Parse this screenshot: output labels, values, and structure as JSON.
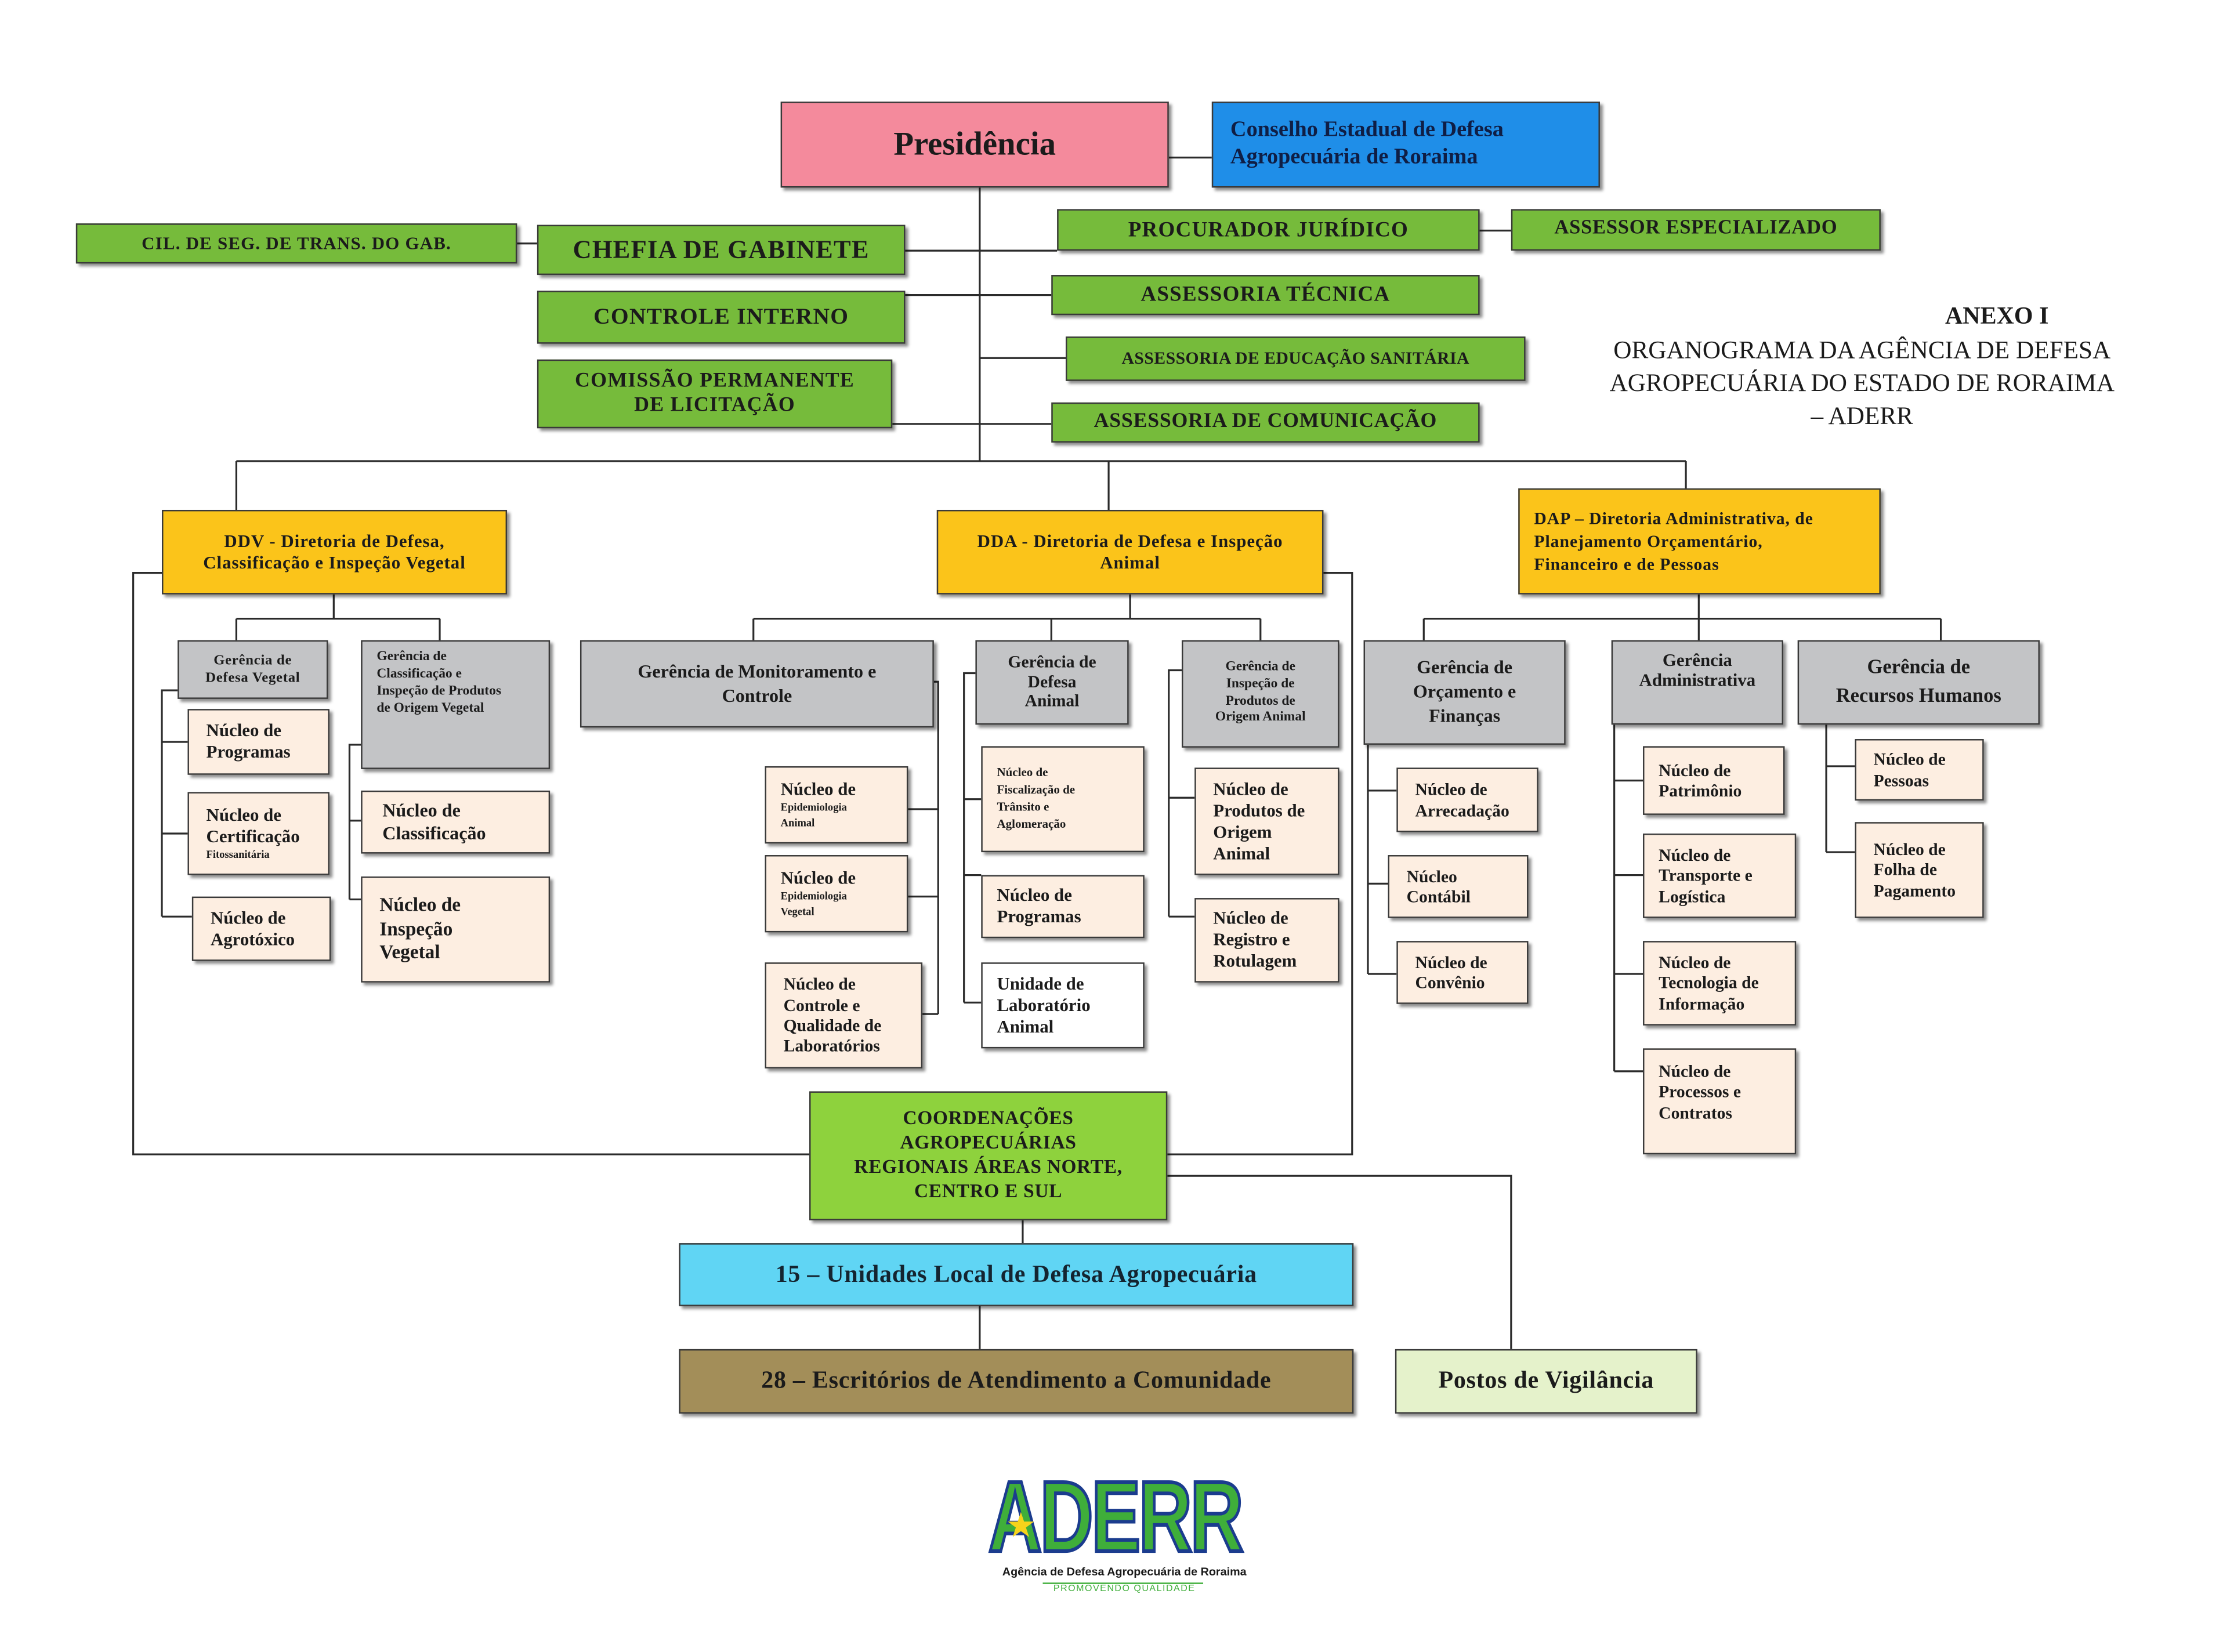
{
  "top": {
    "presidencia": "Presidência",
    "conselho": "Conselho Estadual de Defesa\nAgropecuária de Roraima",
    "cil": "CIL. DE SEG. DE TRANS. DO GAB.",
    "chefia_gabinete": "CHEFIA DE GABINETE",
    "controle_interno": "CONTROLE INTERNO",
    "comissao_licitacao": "COMISSÃO PERMANENTE\nDE LICITAÇÃO",
    "procurador_juridico": "PROCURADOR JURÍDICO",
    "assessor_especializado": "ASSESSOR ESPECIALIZADO",
    "assessoria_tecnica": "ASSESSORIA TÉCNICA",
    "assessoria_educacao": "ASSESSORIA DE EDUCAÇÃO SANITÁRIA",
    "assessoria_comunicacao": "ASSESSORIA DE COMUNICAÇÃO"
  },
  "annex": {
    "label": "ANEXO I",
    "title": "ORGANOGRAMA DA AGÊNCIA DE DEFESA\nAGROPECUÁRIA DO ESTADO DE RORAIMA\n– ADERR"
  },
  "ddv": {
    "title": "DDV - Diretoria de Defesa,\nClassificação e Inspeção Vegetal",
    "gerencia_defesa_vegetal": "Gerência de\nDefesa Vegetal",
    "gerencia_classificacao": "Gerência de\nClassificação e\nInspeção de Produtos\nde Origem Vegetal",
    "nucleo_programas": "Núcleo de\nProgramas",
    "nucleo_certificacao": {
      "title": "Núcleo de\nCertificação",
      "subtitle": "Fitossanitária"
    },
    "nucleo_agrotoxico": "Núcleo de\nAgrotóxico",
    "nucleo_classificacao": "Núcleo de\nClassificação",
    "nucleo_inspecao_vegetal": "Núcleo de\nInspeção\nVegetal"
  },
  "dda": {
    "title": "DDA - Diretoria de Defesa e Inspeção\nAnimal",
    "gerencia_monitoramento": "Gerência de Monitoramento e\nControle",
    "gerencia_defesa_animal": "Gerência de\nDefesa\nAnimal",
    "gerencia_inspecao_produtos": "Gerência de\nInspeção de\nProdutos de\nOrigem Animal",
    "nucleo_epidemiologia_animal": {
      "title": "Núcleo de",
      "subtitle": "Epidemiologia\nAnimal"
    },
    "nucleo_epidemiologia_vegetal": {
      "title": "Núcleo de",
      "subtitle": "Epidemiologia\nVegetal"
    },
    "nucleo_controle_qualidade": "Núcleo de\nControle e\nQualidade de\nLaboratórios",
    "nucleo_fiscalizacao": "Núcleo de\nFiscalização de\nTrânsito e\nAglomeração",
    "nucleo_programas": "Núcleo de\nProgramas",
    "unidade_laboratorio": "Unidade de\nLaboratório\nAnimal",
    "nucleo_produtos_origem": "Núcleo de\nProdutos de\nOrigem\nAnimal",
    "nucleo_registro": "Núcleo de\nRegistro e\nRotulagem"
  },
  "dap": {
    "title": "DAP – Diretoria Administrativa, de\nPlanejamento Orçamentário,\nFinanceiro e de Pessoas",
    "gerencia_orcamento": "Gerência de\nOrçamento e\nFinanças",
    "gerencia_administrativa": "Gerência\nAdministrativa",
    "gerencia_rh": "Gerência de\nRecursos Humanos",
    "nucleo_arrecadacao": "Núcleo de\nArrecadação",
    "nucleo_contabil": "Núcleo\nContábil",
    "nucleo_convenio": "Núcleo de\nConvênio",
    "nucleo_patrimonio": "Núcleo de\nPatrimônio",
    "nucleo_transporte": "Núcleo de\nTransporte e\nLogística",
    "nucleo_tecnologia": "Núcleo de\nTecnologia de\nInformação",
    "nucleo_processos": "Núcleo de\nProcessos e\nContratos",
    "nucleo_pessoas": "Núcleo de\nPessoas",
    "nucleo_folha": "Núcleo de\nFolha de\nPagamento"
  },
  "regional": {
    "coordenacoes": "COORDENAÇÕES\nAGROPECUÁRIAS\nREGIONAIS ÁREAS NORTE,\nCENTRO E SUL",
    "unidades_locais": "15 – Unidades Local de Defesa Agropecuária",
    "escritorios": "28 – Escritórios de Atendimento a Comunidade",
    "postos": "Postos de Vigilância"
  },
  "logo": {
    "text": "ADERR",
    "tagline": "Agência de Defesa Agropecuária de Roraima",
    "slogan": "PROMOVENDO QUALIDADE",
    "icon": "star-icon"
  },
  "colors": {
    "presidencia": "#f48a9c",
    "conselho": "#1f8ee8",
    "assessoria": "#76bb3b",
    "diretoria": "#fbc41a",
    "gerencia": "#c3c4c6",
    "nucleo": "#fdeee1",
    "laboratorio": "#ffffff",
    "coordenacoes": "#8ed23d",
    "unidades": "#60d5f4",
    "escritorios": "#a38e59",
    "postos": "#e5f2cb",
    "logo-green": "#3fae3a",
    "logo-blue": "#1b3c8e",
    "logo-star": "#f6d31b"
  }
}
